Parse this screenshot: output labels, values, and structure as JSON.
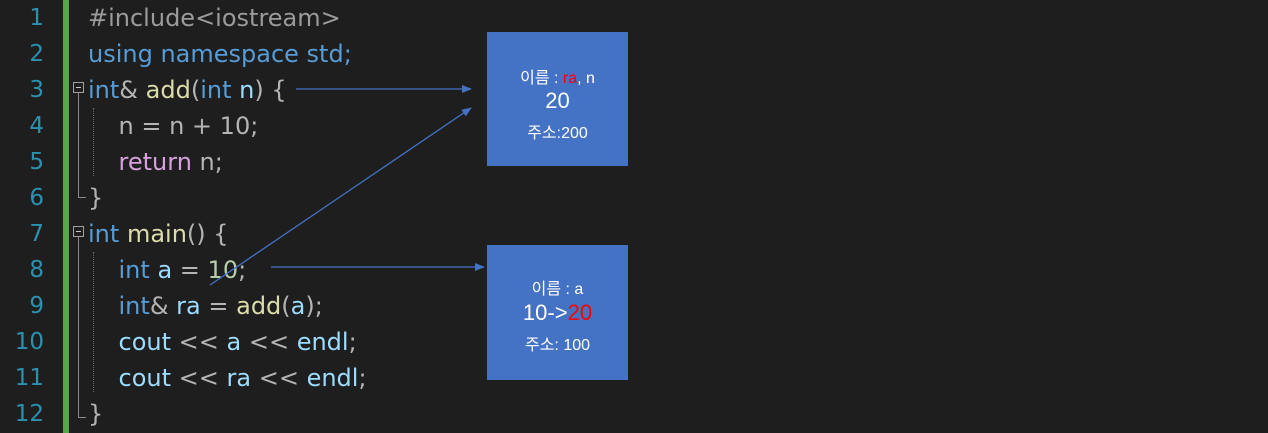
{
  "editor": {
    "line_numbers": [
      "1",
      "2",
      "3",
      "4",
      "5",
      "6",
      "7",
      "8",
      "9",
      "10",
      "11",
      "12"
    ],
    "lines": [
      [
        {
          "t": "#include<iostream>",
          "c": "pp"
        }
      ],
      [
        {
          "t": "using namespace std;",
          "c": "kw"
        }
      ],
      [
        {
          "t": "int",
          "c": "kw"
        },
        {
          "t": "& ",
          "c": "op"
        },
        {
          "t": "add",
          "c": "fn"
        },
        {
          "t": "(",
          "c": "op"
        },
        {
          "t": "int",
          "c": "kw"
        },
        {
          "t": " n",
          "c": "var"
        },
        {
          "t": ") {",
          "c": "op"
        }
      ],
      [
        {
          "t": "    n = n + 10;",
          "c": "op"
        }
      ],
      [
        {
          "t": "    ",
          "c": "op"
        },
        {
          "t": "return",
          "c": "flow"
        },
        {
          "t": " n;",
          "c": "op"
        }
      ],
      [
        {
          "t": "}",
          "c": "op"
        }
      ],
      [
        {
          "t": "int",
          "c": "kw"
        },
        {
          "t": " ",
          "c": "op"
        },
        {
          "t": "main",
          "c": "fn"
        },
        {
          "t": "() {",
          "c": "op"
        }
      ],
      [
        {
          "t": "    ",
          "c": "op"
        },
        {
          "t": "int",
          "c": "kw"
        },
        {
          "t": " ",
          "c": "op"
        },
        {
          "t": "a",
          "c": "var"
        },
        {
          "t": " = ",
          "c": "op"
        },
        {
          "t": "10",
          "c": "num"
        },
        {
          "t": ";",
          "c": "op"
        }
      ],
      [
        {
          "t": "    ",
          "c": "op"
        },
        {
          "t": "int",
          "c": "kw"
        },
        {
          "t": "& ",
          "c": "op"
        },
        {
          "t": "ra",
          "c": "var"
        },
        {
          "t": " = ",
          "c": "op"
        },
        {
          "t": "add",
          "c": "fn"
        },
        {
          "t": "(",
          "c": "op"
        },
        {
          "t": "a",
          "c": "var"
        },
        {
          "t": ");",
          "c": "op"
        }
      ],
      [
        {
          "t": "    ",
          "c": "op"
        },
        {
          "t": "cout",
          "c": "var"
        },
        {
          "t": " << ",
          "c": "op"
        },
        {
          "t": "a",
          "c": "var"
        },
        {
          "t": " << ",
          "c": "op"
        },
        {
          "t": "endl",
          "c": "var"
        },
        {
          "t": ";",
          "c": "op"
        }
      ],
      [
        {
          "t": "    ",
          "c": "op"
        },
        {
          "t": "cout",
          "c": "var"
        },
        {
          "t": " << ",
          "c": "op"
        },
        {
          "t": "ra",
          "c": "var"
        },
        {
          "t": " << ",
          "c": "op"
        },
        {
          "t": "endl",
          "c": "var"
        },
        {
          "t": ";",
          "c": "op"
        }
      ],
      [
        {
          "t": "}",
          "c": "op"
        }
      ]
    ]
  },
  "annotations": {
    "box_ref": {
      "label_prefix": "이름 : ",
      "label_red": "ra",
      "label_suffix": ", n",
      "value": "20",
      "address": "주소:200"
    },
    "box_var": {
      "label": "이름 : a",
      "value_prefix": "10->",
      "value_red": "20",
      "address": "주소: 100"
    }
  },
  "colors": {
    "box_fill": "#4472c4",
    "arrow": "#4472c4",
    "highlight_red": "#ff0000",
    "change_bar": "#57a64a"
  }
}
